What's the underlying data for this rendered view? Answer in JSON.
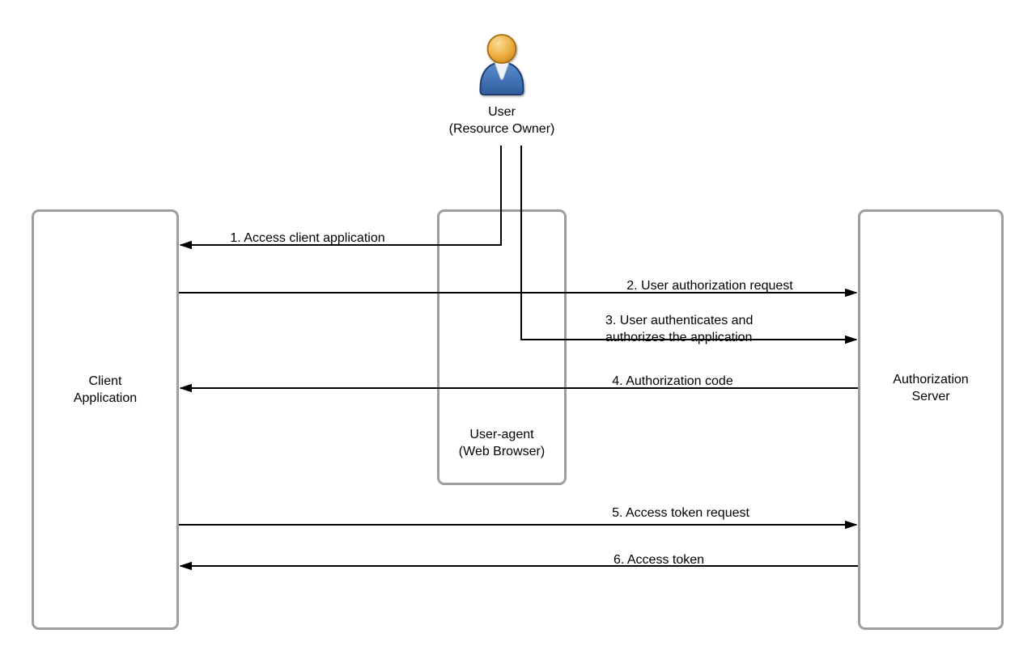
{
  "diagram_type": "sequence-flow",
  "actors": {
    "user": {
      "name": "User",
      "qualifier": "(Resource Owner)"
    },
    "client_application": {
      "line1": "Client",
      "line2": "Application"
    },
    "user_agent": {
      "line1": "User-agent",
      "line2": "(Web Browser)"
    },
    "authorization_server": {
      "line1": "Authorization",
      "line2": "Server"
    }
  },
  "messages": [
    {
      "step": 1,
      "label": "1. Access client application",
      "from": "User",
      "to": "Client Application",
      "direction": "left"
    },
    {
      "step": 2,
      "label": "2. User authorization request",
      "from": "Client Application",
      "to": "Authorization Server",
      "direction": "right"
    },
    {
      "step": 3,
      "line1": "3. User authenticates and",
      "line2": "authorizes the application",
      "from": "User",
      "to": "Authorization Server",
      "direction": "right"
    },
    {
      "step": 4,
      "label": "4. Authorization code",
      "from": "Authorization Server",
      "to": "Client Application",
      "direction": "left"
    },
    {
      "step": 5,
      "label": "5. Access token request",
      "from": "Client Application",
      "to": "Authorization Server",
      "direction": "right"
    },
    {
      "step": 6,
      "label": "6. Access token",
      "from": "Authorization Server",
      "to": "Client Application",
      "direction": "left"
    }
  ],
  "colors": {
    "background": "#ffffff",
    "arrow": "#000000",
    "text": "#000000",
    "box_border": "#9e9e9e",
    "box_fill": "#ffffff",
    "icon_head": "#e9a93d",
    "icon_body": "#3a6cad",
    "icon_collar": "#eef1f6"
  }
}
